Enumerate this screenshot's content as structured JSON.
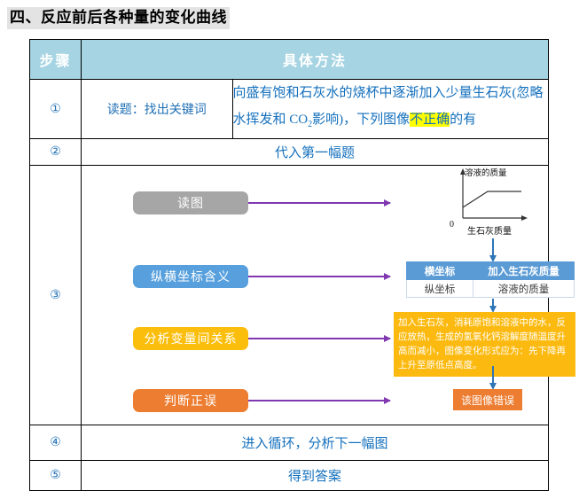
{
  "title": "四、反应前后各种量的变化曲线",
  "table": {
    "headers": [
      "步骤",
      "具体方法"
    ],
    "rows": [
      {
        "step": "①",
        "label": "读题：找出关键词",
        "text_part1": "向盛有饱和石灰水的烧杯中逐渐加入少量生石灰(忽略水挥发和 CO",
        "text_sub": "2",
        "text_part2": "影响)，下列图像",
        "highlight": "不正确",
        "text_part3": "的有"
      },
      {
        "step": "②",
        "text": "代入第一幅题"
      },
      {
        "step": "③"
      },
      {
        "step": "④",
        "text": "进入循环，分析下一幅图"
      },
      {
        "step": "⑤",
        "text": "得到答案"
      }
    ]
  },
  "flow": {
    "steps": [
      {
        "label": "读图",
        "color": "#a6a6a6"
      },
      {
        "label": "纵横坐标含义",
        "color": "#57a0dd"
      },
      {
        "label": "分析变量间关系",
        "color": "#fbbe0c"
      },
      {
        "label": "判断正误",
        "color": "#ed7d31"
      }
    ],
    "coordinate_table": {
      "rows": [
        {
          "axis": "横坐标",
          "meaning": "加入生石灰质量"
        },
        {
          "axis": "纵坐标",
          "meaning": "溶液的质量"
        }
      ]
    },
    "analysis_note": "加入生石灰，消耗原饱和溶液中的水，反应放热，生成的氢氧化钙溶解度随温度升高而减小，图像变化形式应为：先下降再上升至原低点高度。",
    "conclusion": "该图像错误"
  },
  "chart_data": {
    "type": "line",
    "title": "",
    "xlabel": "生石灰质量",
    "ylabel": "溶液的质量",
    "origin_label": "0",
    "x": [
      0,
      0.45,
      1.0
    ],
    "y": [
      0.3,
      0.62,
      0.62
    ],
    "grid": false,
    "legend": "none",
    "xlim": [
      0,
      1
    ],
    "ylim": [
      0,
      1
    ],
    "annotation": "曲线先上升后保持水平"
  },
  "colors": {
    "header_bg": "#a6d4e2",
    "text_blue": "#1470bd",
    "highlight_yellow": "#ffff00",
    "arrow_purple": "#7f38b0",
    "arrow_blue": "#2e75b6",
    "title_bg": "#e3e3e3"
  }
}
